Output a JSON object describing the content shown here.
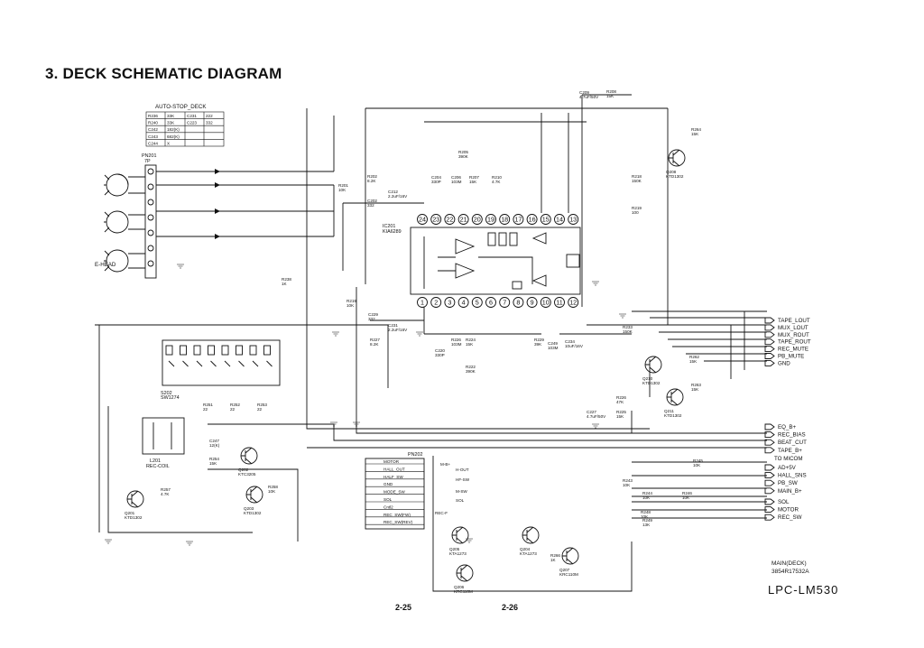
{
  "title": "3. DECK SCHEMATIC DIAGRAM",
  "auto_stop_table": {
    "caption": "AUTO-STOP_DECK",
    "rows": [
      [
        "R236",
        "33K",
        "C231",
        "222"
      ],
      [
        "R240",
        "33K",
        "C223",
        "332"
      ],
      [
        "C242",
        "182(K)",
        "",
        ""
      ],
      [
        "C243",
        "682(K)",
        "",
        ""
      ],
      [
        "C244",
        "X",
        "",
        ""
      ]
    ]
  },
  "heads": {
    "connector": "PN201",
    "connector_pins": "7P",
    "erase_head": "E-HEAD"
  },
  "ic": {
    "ref": "IC201",
    "part": "KIA6289",
    "top_pins": [
      "24",
      "23",
      "22",
      "21",
      "20",
      "19",
      "18",
      "17",
      "16",
      "15",
      "14",
      "13"
    ],
    "bottom_pins": [
      "1",
      "2",
      "3",
      "4",
      "5",
      "6",
      "7",
      "8",
      "9",
      "10",
      "11",
      "12"
    ]
  },
  "switch": {
    "ref": "S202",
    "part": "SW1274"
  },
  "coil": {
    "ref": "L201",
    "part": "REC-COIL"
  },
  "transistors": [
    {
      "ref": "Q201",
      "part": "KTD1302"
    },
    {
      "ref": "Q202",
      "part": "KTC3205"
    },
    {
      "ref": "Q203",
      "part": "KTD1302"
    },
    {
      "ref": "Q205",
      "part": "KTA1273"
    },
    {
      "ref": "Q204",
      "part": "KTA1273"
    },
    {
      "ref": "Q206",
      "part": "KRC110M"
    },
    {
      "ref": "Q207",
      "part": "KRC110M"
    },
    {
      "ref": "Q208",
      "part": "KTD1302"
    },
    {
      "ref": "Q209",
      "part": "KTD1302"
    },
    {
      "ref": "Q210",
      "part": "KTD1302"
    },
    {
      "ref": "Q211",
      "part": "KTD1302"
    }
  ],
  "components": [
    {
      "ref": "R201",
      "val": "10K"
    },
    {
      "ref": "R202",
      "val": "8.2K"
    },
    {
      "ref": "C202",
      "val": "332"
    },
    {
      "ref": "C212",
      "val": "2.2uF/16V"
    },
    {
      "ref": "C204",
      "val": "330P"
    },
    {
      "ref": "C206",
      "val": "103M"
    },
    {
      "ref": "R207",
      "val": "15K"
    },
    {
      "ref": "R205",
      "val": "390K"
    },
    {
      "ref": "R210",
      "val": "4.7K"
    },
    {
      "ref": "C229",
      "val": "332"
    },
    {
      "ref": "C231",
      "val": "2.2uF/16V"
    },
    {
      "ref": "R227",
      "val": "8.2K"
    },
    {
      "ref": "R226",
      "val": "103M"
    },
    {
      "ref": "R224",
      "val": "15K"
    },
    {
      "ref": "R222",
      "val": "390K"
    },
    {
      "ref": "C220",
      "val": "330P"
    },
    {
      "ref": "R229",
      "val": "39K"
    },
    {
      "ref": "C249",
      "val": "103M"
    },
    {
      "ref": "C234",
      "val": "10uF/16V"
    },
    {
      "ref": "R233",
      "val": "150K"
    },
    {
      "ref": "R262",
      "val": "15K"
    },
    {
      "ref": "R263",
      "val": "15K"
    },
    {
      "ref": "R226b",
      "val": "47K"
    },
    {
      "ref": "R225",
      "val": "15K"
    },
    {
      "ref": "C227",
      "val": "4.7uF/50V"
    },
    {
      "ref": "R208",
      "val": "15K"
    },
    {
      "ref": "C209",
      "val": "4.7uF/50V"
    },
    {
      "ref": "R264",
      "val": "15K"
    },
    {
      "ref": "R218",
      "val": "150K"
    },
    {
      "ref": "R219",
      "val": "100"
    },
    {
      "ref": "R238",
      "val": "1K"
    },
    {
      "ref": "R219b",
      "val": "10K"
    },
    {
      "ref": "R251",
      "val": "22"
    },
    {
      "ref": "R252",
      "val": "22"
    },
    {
      "ref": "R253",
      "val": "22"
    },
    {
      "ref": "C247",
      "val": "12(K)"
    },
    {
      "ref": "R254",
      "val": "15K"
    },
    {
      "ref": "R257",
      "val": "4.7K"
    },
    {
      "ref": "R258",
      "val": "10K"
    },
    {
      "ref": "R245",
      "val": "10K"
    },
    {
      "ref": "R243",
      "val": "10K"
    },
    {
      "ref": "R244",
      "val": "10K"
    },
    {
      "ref": "R246",
      "val": "10K"
    },
    {
      "ref": "R248",
      "val": "10K"
    },
    {
      "ref": "R249",
      "val": "13K"
    },
    {
      "ref": "R266",
      "val": "1K"
    }
  ],
  "right_outputs": [
    "TAPE_LOUT",
    "MUX_LOUT",
    "MUX_ROUT",
    "TAPE_ROUT",
    "REC_MUTE",
    "PB_MUTE",
    "GND"
  ],
  "right_outputs2": [
    "EQ_B+",
    "REC_BIAS",
    "BEAT_CUT",
    "TAPE_B+"
  ],
  "to_micom_label": "TO MICOM",
  "micom_signals": [
    "AD+5V",
    "HALL_SNS",
    "PB_SW",
    "MAIN_B+"
  ],
  "micom_signals2": [
    "SOL",
    "MOTOR",
    "REC_SW"
  ],
  "pn202": {
    "ref": "PN202",
    "pins": [
      "MOTOR",
      "HALL_OUT",
      "HALF_SW",
      "GND",
      "MODE_SW",
      "SOL",
      "Cntl2",
      "REC_SW(FW)",
      "REC_SW(REV)"
    ]
  },
  "nets": [
    "M-B+",
    "H-OUT",
    "HF-SW",
    "M-SW",
    "SOL",
    "REC-F"
  ],
  "board_label": "MAIN(DECK)",
  "board_code": "3854R17532A",
  "model": "LPC-LM530",
  "page_left": "2-25",
  "page_right": "2-26"
}
